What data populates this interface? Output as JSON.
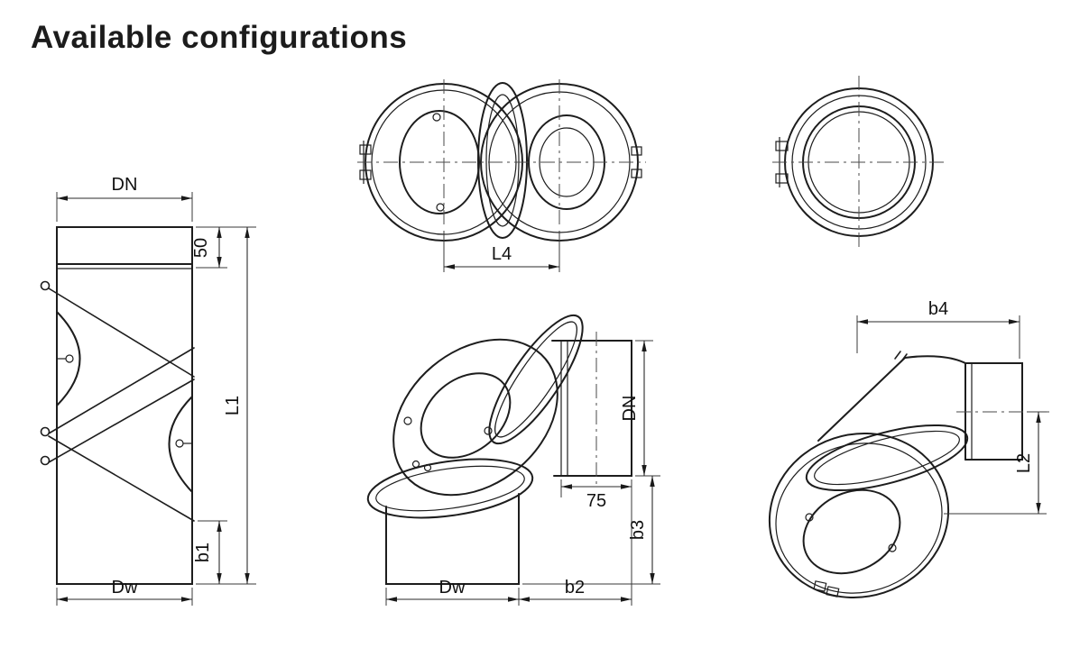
{
  "title": "Available configurations",
  "drawings": {
    "straight_pipe": {
      "dims": {
        "dn": "DN",
        "collar": "50",
        "l1": "L1",
        "b1": "b1",
        "dw": "Dw"
      }
    },
    "elbow_top_view": {
      "dims": {
        "l4": "L4"
      }
    },
    "elbow_front": {
      "dims": {
        "dn": "DN",
        "outlet": "75",
        "b3": "b3",
        "dw": "Dw",
        "b2": "b2"
      }
    },
    "elbow_rotated": {
      "dims": {
        "b4": "b4",
        "l2": "L2"
      }
    }
  }
}
